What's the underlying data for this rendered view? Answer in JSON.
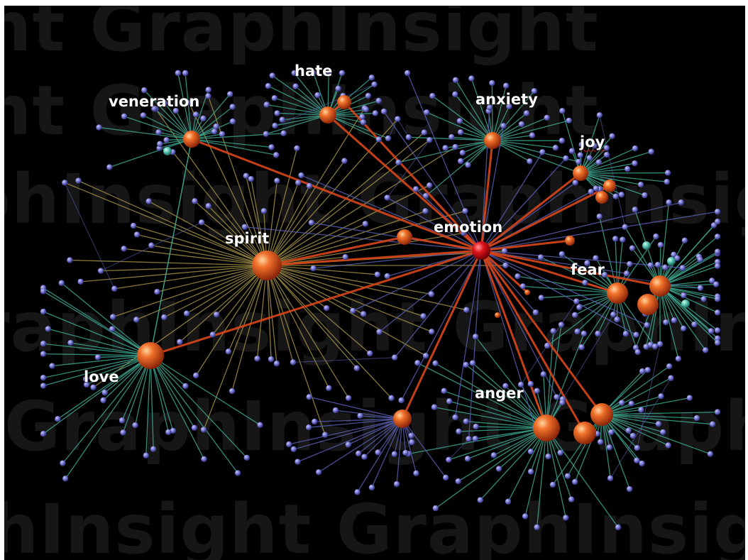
{
  "watermark": {
    "text": "GraphInsight",
    "rows": [
      "nt GraphInsight",
      "ht GraphInsight",
      "phInsight GraphInsight",
      "raphInsight GraphInsight",
      "GraphInsight GraphInsight",
      "hInsight GraphInsight Gr"
    ]
  },
  "graph": {
    "center_node": "emotion",
    "hub_labels": [
      "veneration",
      "hate",
      "anxiety",
      "joy",
      "spirit",
      "emotion",
      "fear",
      "love",
      "anger"
    ],
    "colors": {
      "background": "#000000",
      "hub": "#e8561a",
      "center": "#d0101a",
      "leaf": "#6c6cc8",
      "edge_green": "#3fae96",
      "edge_gold": "#a89548",
      "edge_blue": "#5a62b4",
      "edge_hub": "#d9461a"
    }
  }
}
